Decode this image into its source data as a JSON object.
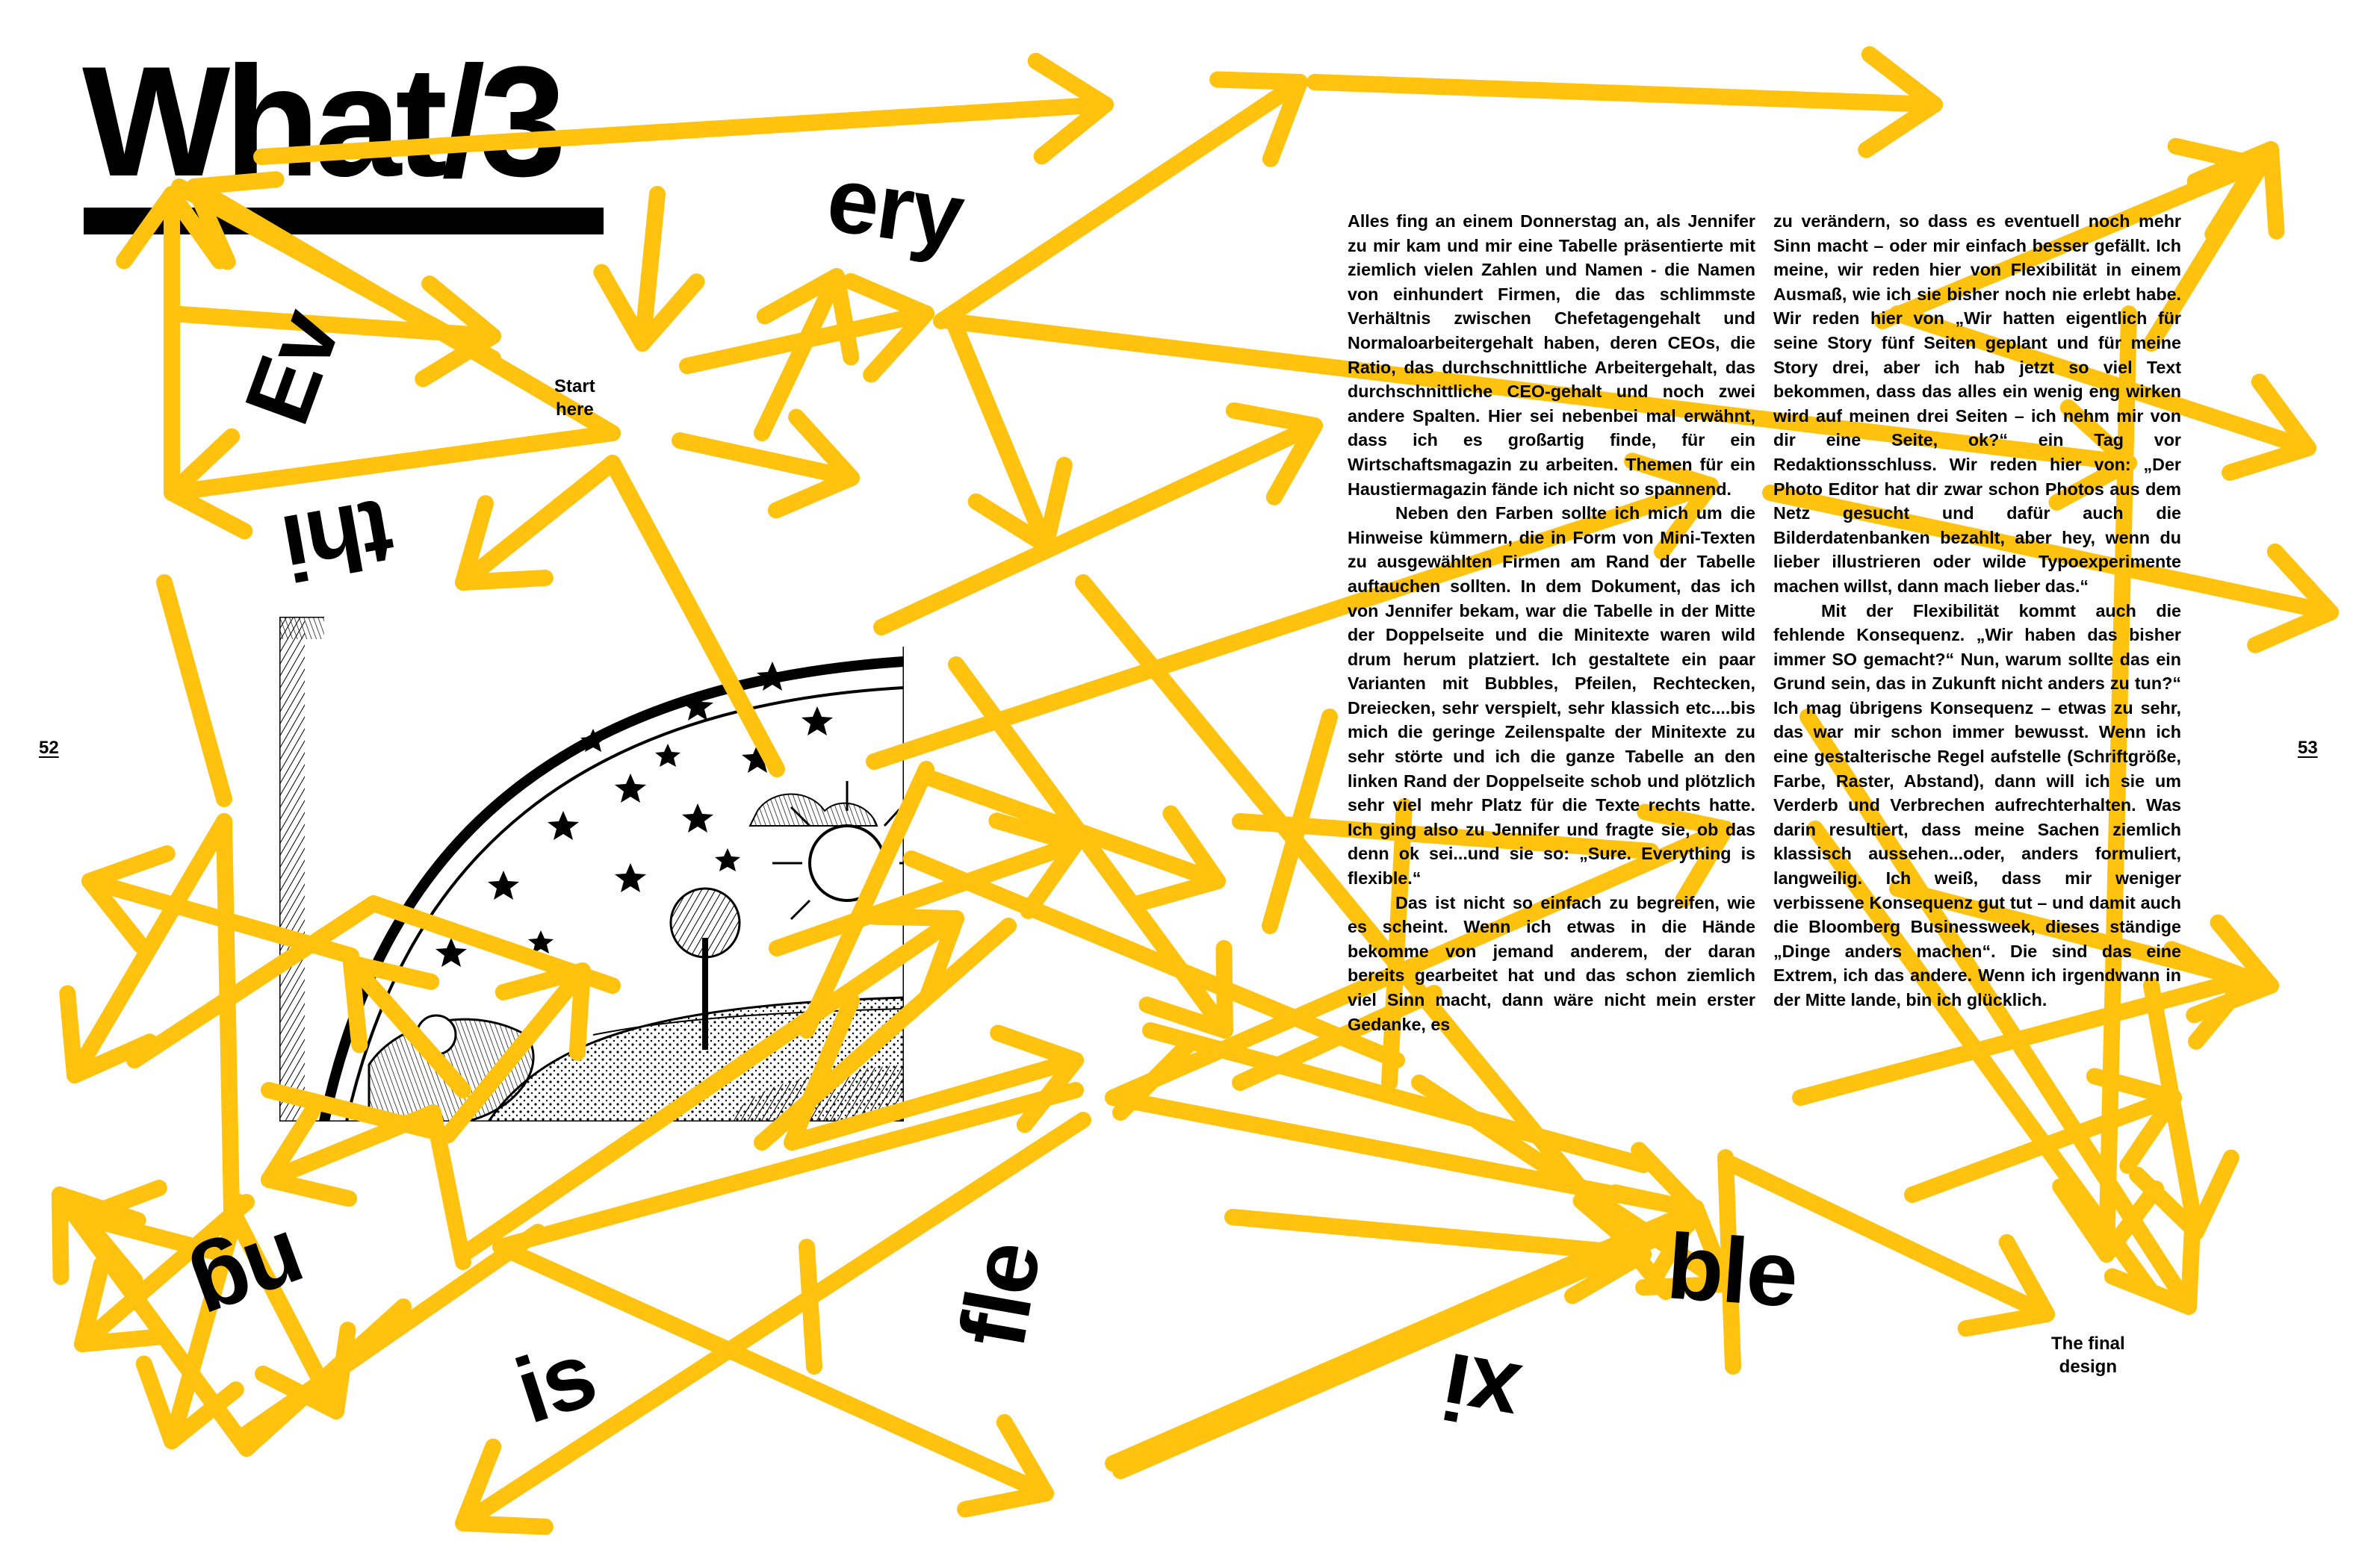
{
  "headline": "What/3",
  "start_label": "Start\nhere",
  "final_label": "The final\ndesign",
  "page_left": "52",
  "page_right": "53",
  "words": [
    "Ev",
    "ery",
    "thi",
    "ng",
    "is",
    "fle",
    "xi",
    "ble"
  ],
  "columns": [
    [
      "Alles fing an einem Donnerstag an, als Jennifer zu mir kam und mir eine Tabelle präsentierte mit ziemlich vielen Zahlen und Namen - die Namen von einhundert Firmen, die das schlimmste Verhältnis zwischen Chefetagengehalt und Normaloarbeitergehalt haben, deren CEOs, die Ratio, das durchschnittliche Arbeitergehalt, das durchschnittliche CEO-gehalt und noch zwei andere Spalten. Hier sei nebenbei mal erwähnt, dass ich es großartig finde, für ein Wirtschaftsmagazin zu arbeiten. Themen für ein Haustiermagazin fände ich nicht so spannend.",
      "Neben den Farben sollte ich mich um die Hinweise kümmern, die in Form von Mini-Texten zu ausgewählten Firmen am Rand der Tabelle auftauchen sollten. In dem Dokument, das ich von Jennifer bekam, war die Tabelle in der Mitte der Doppelseite und die Minitexte waren wild drum herum platziert. Ich gestaltete ein paar Varianten mit Bubbles, Pfeilen, Rechtecken, Dreiecken, sehr verspielt, sehr klassich etc....bis mich die geringe Zeilenspalte der Minitexte zu sehr störte und ich die ganze Tabelle an den linken Rand der Doppelseite schob und plötzlich sehr viel mehr Platz für die Texte rechts hatte. Ich ging also zu Jennifer und fragte sie, ob das denn ok sei...und sie so: „Sure. Everything is flexible.“",
      "Das ist nicht so einfach zu begreifen, wie es scheint. Wenn ich etwas in die Hände bekomme von jemand anderem, der daran bereits gearbeitet hat und das schon ziemlich viel Sinn macht, dann wäre nicht mein erster Gedanke, es"
    ],
    [
      "zu verändern, so dass es eventuell noch mehr Sinn macht – oder mir einfach besser gefällt. Ich meine, wir reden hier von Flexibilität in einem Ausmaß, wie ich sie bisher noch nie erlebt habe. Wir reden hier von „Wir hatten eigentlich für seine Story fünf Seiten geplant und für meine Story drei, aber ich hab jetzt so viel Text bekommen, dass das alles ein wenig eng wirken wird auf meinen drei Seiten – ich nehm mir von dir eine Seite, ok?“ ein Tag vor Redaktionsschluss. Wir reden hier von: „Der Photo Editor hat dir zwar schon Photos aus dem Netz gesucht und dafür auch die Bilderdatenbanken bezahlt, aber hey, wenn du lieber illustrieren oder wilde Typoexperimente machen willst, dann mach lieber das.“",
      "Mit der Flexibilität kommt auch die fehlende Konsequenz. „Wir haben das bisher immer SO gemacht?“ Nun, warum sollte das ein Grund sein, das in Zukunft nicht anders zu tun?“ Ich mag übrigens Konsequenz – etwas zu sehr, das war mir schon immer bewusst. Wenn ich eine gestalterische Regel aufstelle (Schriftgröße, Farbe, Raster, Abstand), dann will ich sie um Verderb und Verbrechen aufrechterhalten. Was darin resultiert, dass meine Sachen ziemlich klassisch aussehen...oder, anders formuliert, langweilig. Ich weiß, dass mir weniger verbissene Konsequenz gut tut – und damit auch die Bloomberg Businessweek, dieses ständige „Dinge anders machen“. Die sind das eine Extrem, ich das andere. Wenn ich irgendwann in der Mitte lande, bin ich glücklich."
    ]
  ],
  "colors": {
    "arrow": "#FFC30F",
    "ink": "#000000",
    "paper": "#FFFFFF"
  },
  "icons": [
    "arrow-icon",
    "engraving-illustration"
  ]
}
